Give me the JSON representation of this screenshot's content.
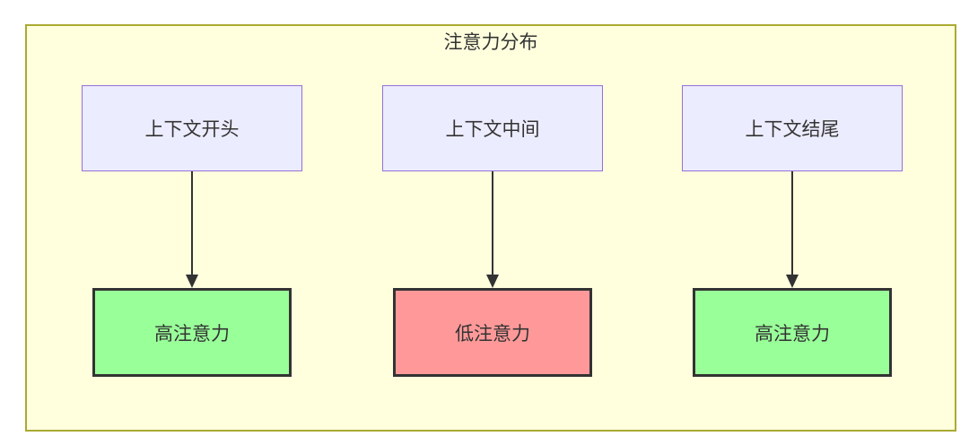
{
  "diagram": {
    "title": "注意力分布",
    "columns": [
      {
        "source": "上下文开头",
        "result": "高注意力",
        "attention_level": "high"
      },
      {
        "source": "上下文中间",
        "result": "低注意力",
        "attention_level": "low"
      },
      {
        "source": "上下文结尾",
        "result": "高注意力",
        "attention_level": "high"
      }
    ],
    "colors": {
      "cluster_background": "#FFFFDE",
      "cluster_border": "#AAAA33",
      "source_node_background": "#ECECFF",
      "source_node_border": "#9370DB",
      "high_attention_background": "#99FF99",
      "low_attention_background": "#FF9999",
      "result_node_border": "#333333",
      "arrow": "#333333",
      "text": "#333333"
    }
  }
}
